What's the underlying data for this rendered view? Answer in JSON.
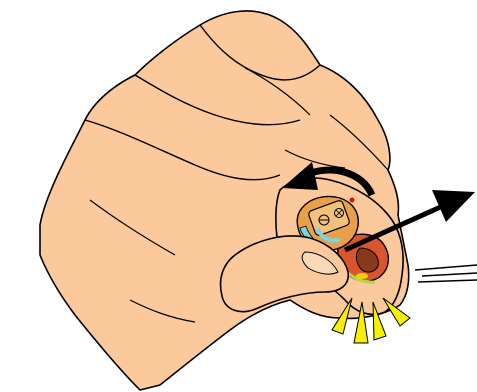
{
  "illustration": {
    "colors": {
      "skin": "#FBC99B",
      "outline": "#000000",
      "device_body": "#E8A04A",
      "device_faceplate": "#F2C27A",
      "earpiece_tip_blue": "#78D4E6",
      "inner_ear_red": "#D8552E",
      "inner_ear_dark": "#8A3A1C",
      "highlight_yellow": "#F6F000",
      "rim_green": "#B8D44A",
      "dot_red": "#E01010",
      "background": "#FFFFFF"
    },
    "icons": [
      "hand-illustration",
      "thumb",
      "ear",
      "hearing-aid-device",
      "rotate-arrow-icon",
      "pull-out-arrow-icon",
      "motion-lines",
      "sound-burst-icon"
    ]
  }
}
